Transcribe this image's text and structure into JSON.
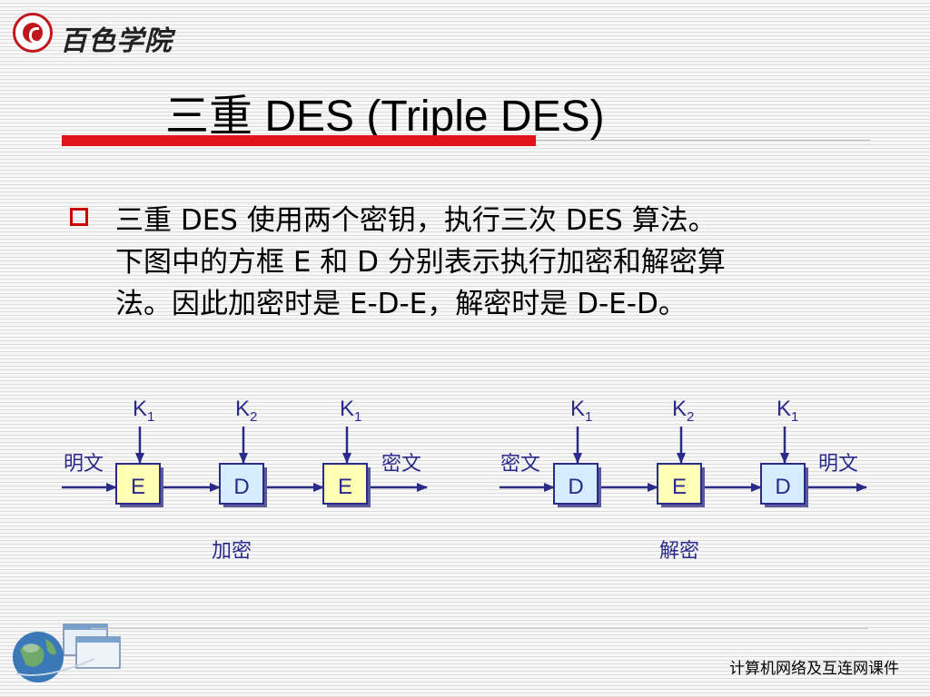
{
  "header": {
    "logo_text": "百色学院",
    "title": "三重 DES (Triple DES)"
  },
  "bullet": {
    "lines": [
      "三重 DES 使用两个密钥，执行三次 DES 算法。",
      "下图中的方框 E 和 D 分别表示执行加密和解密算",
      "法。因此加密时是 E-D-E，解密时是 D-E-D。"
    ]
  },
  "diagram": {
    "encryption": {
      "input_label": "明文",
      "output_label": "密文",
      "caption": "加密",
      "boxes": [
        "E",
        "D",
        "E"
      ],
      "keys": [
        {
          "letter": "K",
          "sub": "1"
        },
        {
          "letter": "K",
          "sub": "2"
        },
        {
          "letter": "K",
          "sub": "1"
        }
      ]
    },
    "decryption": {
      "input_label": "密文",
      "output_label": "明文",
      "caption": "解密",
      "boxes": [
        "D",
        "E",
        "D"
      ],
      "keys": [
        {
          "letter": "K",
          "sub": "1"
        },
        {
          "letter": "K",
          "sub": "2"
        },
        {
          "letter": "K",
          "sub": "1"
        }
      ]
    }
  },
  "colors": {
    "accent_red": "#e3131b",
    "diagram_blue": "#2a2a8a",
    "e_box_fill": "#ffffb4",
    "d_box_fill": "#d6ecff"
  },
  "footer": {
    "text": "计算机网络及互连网课件"
  }
}
